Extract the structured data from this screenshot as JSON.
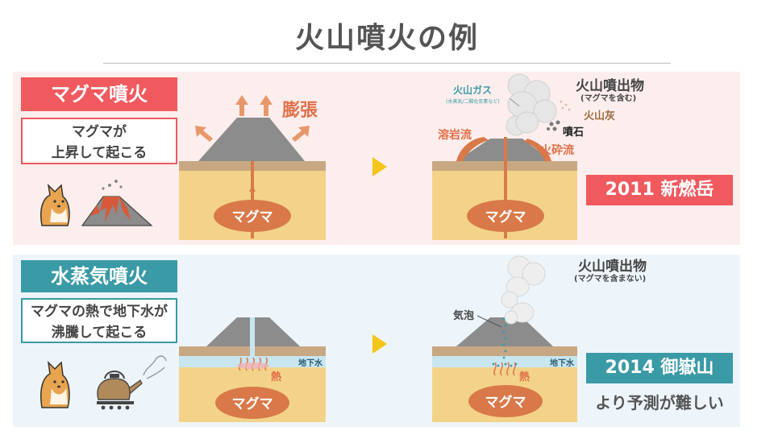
{
  "title": "火山噴火の例",
  "magmatic": {
    "heading": "マグマ噴火",
    "note_line1": "マグマが",
    "note_line2": "上昇して起こる",
    "expansion": "膨張",
    "magma": "マグマ",
    "volcanic_gas": "火山ガス",
    "gas_note": "(水蒸気/二酸化炭素など)",
    "ejecta": "火山噴出物",
    "ejecta_note": "(マグマを含む)",
    "ash": "火山灰",
    "bombs": "噴石",
    "lava": "溶岩流",
    "pyroclastic": "火砕流",
    "example": "2011 新燃岳"
  },
  "phreatic": {
    "heading": "水蒸気噴火",
    "note_line1": "マグマの熱で地下水が",
    "note_line2": "沸騰して起こる",
    "groundwater": "地下水",
    "heat": "熱",
    "magma": "マグマ",
    "bubbles": "気泡",
    "ejecta": "火山噴出物",
    "ejecta_note": "(マグマを含まない)",
    "example": "2014 御嶽山",
    "remark": "より予測が難しい"
  },
  "colors": {
    "magma_accent": "#f05a5f",
    "phreatic_accent": "#3a9aa6",
    "magma_body": "#d9794a",
    "volcano": "#8c8c8c",
    "soil": "#f3d38a",
    "crust": "#c8a882",
    "water": "#c7e6f0",
    "arrow_yellow": "#f5c518"
  }
}
